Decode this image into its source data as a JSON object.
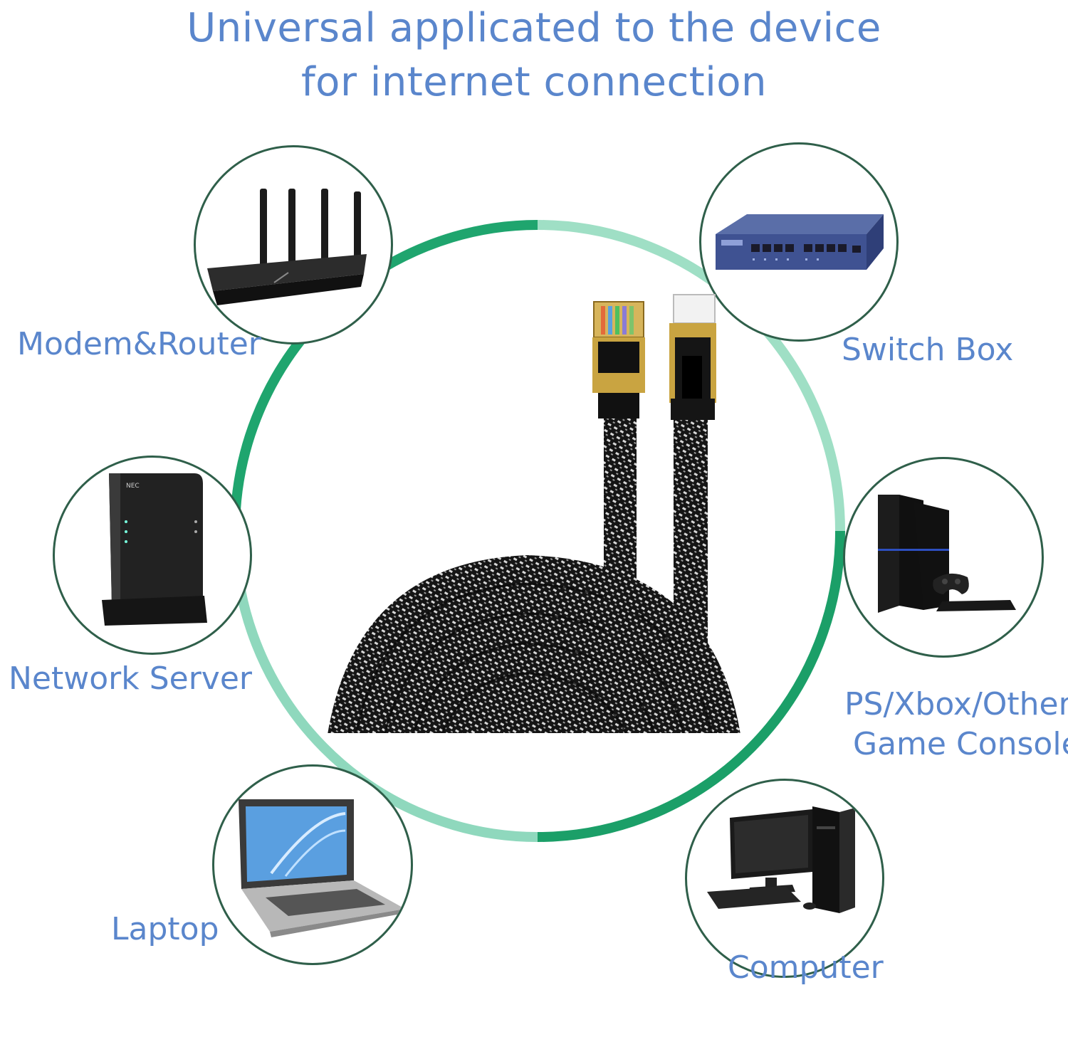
{
  "title": {
    "line1": "Universal applicated to the device",
    "line2": "for internet connection"
  },
  "devices": [
    {
      "id": "modem-router",
      "label": "Modem&Router",
      "icon": "router-icon"
    },
    {
      "id": "network-server",
      "label": "Network Server",
      "icon": "wifi-server-icon"
    },
    {
      "id": "laptop",
      "label": "Laptop",
      "icon": "laptop-icon"
    },
    {
      "id": "switch-box",
      "label": "Switch Box",
      "icon": "network-switch-icon"
    },
    {
      "id": "game-console",
      "label_line1": "PS/Xbox/Other",
      "label_line2": "Game Console",
      "icon": "game-console-icon"
    },
    {
      "id": "computer",
      "label": "Computer",
      "icon": "desktop-computer-icon"
    }
  ],
  "colors": {
    "text": "#5a86cc",
    "ring_dark": "#1fa56e",
    "ring_light": "#8fd8bd",
    "circle_border": "#2f5f4a",
    "cable": "#1a1a1a",
    "connector_gold": "#c9a441"
  }
}
